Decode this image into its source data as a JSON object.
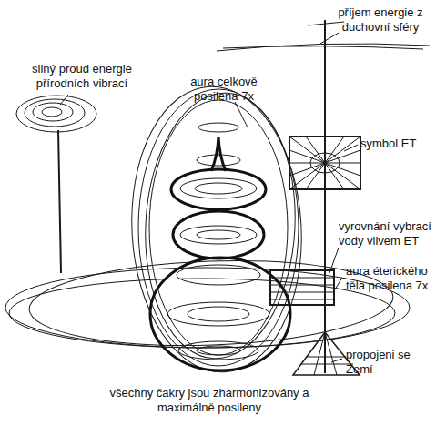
{
  "diagram": {
    "labels": [
      "příjem energie z duchovní sféry",
      "silný proud energie přírodních vibrací",
      "aura celkově posilena 7x",
      "symbol ET",
      "vyrovnání vybrací vody vlivem ET",
      "aura éterického těla posilena 7x",
      "propojeni se Zemí",
      "všechny čakry jsou zharmonizovány a maximálně posileny"
    ]
  }
}
